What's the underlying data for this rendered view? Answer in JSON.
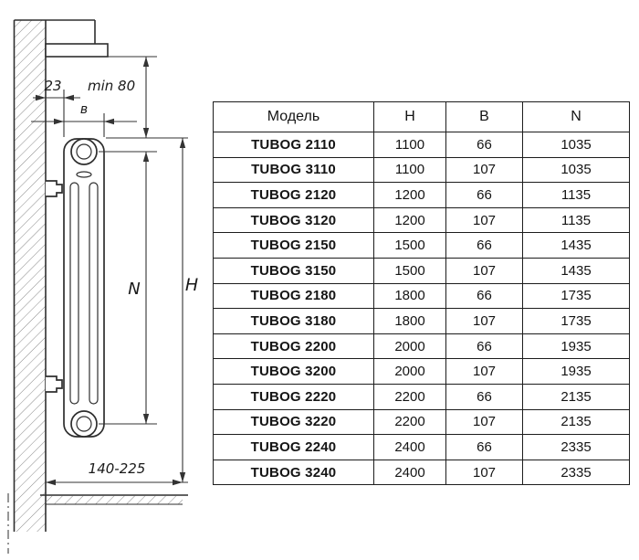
{
  "diagram": {
    "labels": {
      "wall_gap": "23",
      "min_clearance": "min 80",
      "depth": "в",
      "axis_distance": "N",
      "height": "H",
      "floor_clearance": "140-225"
    }
  },
  "table": {
    "headers": {
      "model": "Модель",
      "h": "H",
      "b": "B",
      "n": "N"
    },
    "rows": [
      {
        "model": "TUBOG 2110",
        "h": "1100",
        "b": "66",
        "n": "1035"
      },
      {
        "model": "TUBOG 3110",
        "h": "1100",
        "b": "107",
        "n": "1035"
      },
      {
        "model": "TUBOG 2120",
        "h": "1200",
        "b": "66",
        "n": "1135"
      },
      {
        "model": "TUBOG 3120",
        "h": "1200",
        "b": "107",
        "n": "1135"
      },
      {
        "model": "TUBOG 2150",
        "h": "1500",
        "b": "66",
        "n": "1435"
      },
      {
        "model": "TUBOG 3150",
        "h": "1500",
        "b": "107",
        "n": "1435"
      },
      {
        "model": "TUBOG 2180",
        "h": "1800",
        "b": "66",
        "n": "1735"
      },
      {
        "model": "TUBOG 3180",
        "h": "1800",
        "b": "107",
        "n": "1735"
      },
      {
        "model": "TUBOG 2200",
        "h": "2000",
        "b": "66",
        "n": "1935"
      },
      {
        "model": "TUBOG 3200",
        "h": "2000",
        "b": "107",
        "n": "1935"
      },
      {
        "model": "TUBOG 2220",
        "h": "2200",
        "b": "66",
        "n": "2135"
      },
      {
        "model": "TUBOG 3220",
        "h": "2200",
        "b": "107",
        "n": "2135"
      },
      {
        "model": "TUBOG 2240",
        "h": "2400",
        "b": "66",
        "n": "2335"
      },
      {
        "model": "TUBOG 3240",
        "h": "2400",
        "b": "107",
        "n": "2335"
      }
    ]
  }
}
